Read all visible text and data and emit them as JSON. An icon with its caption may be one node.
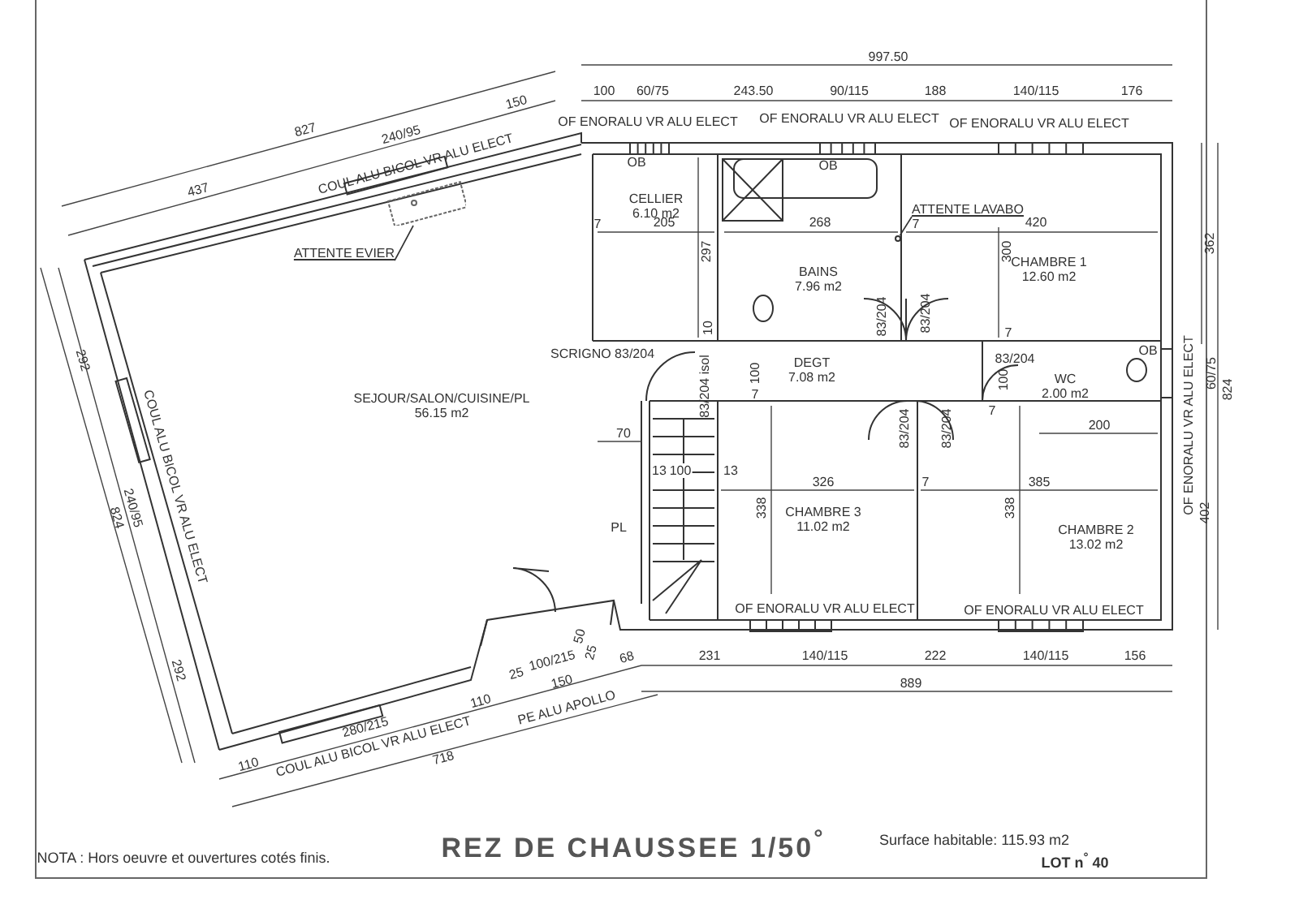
{
  "diagram": {
    "title": "REZ DE CHAUSSEE 1/50$^{°}$",
    "nodes": [
      {
        "text": [
          "SEJOUR/SALON/CUISINE/PL",
          "56.15 m2"
        ]
      },
      {
        "text": [
          "CELLIER",
          "6.10 m2"
        ]
      },
      {
        "text": [
          "BAINS",
          "7.96 m2"
        ]
      },
      {
        "text": [
          "CHAMBRE 1",
          "12.60 m2"
        ]
      },
      {
        "text": [
          "DEGT",
          "7.08 m2"
        ]
      },
      {
        "text": [
          "WC",
          "2.00 m2"
        ]
      },
      {
        "text": [
          "CHAMBRE 3",
          "11.02 m2"
        ]
      },
      {
        "text": [
          "CHAMBRE 2",
          "13.02 m2"
        ]
      },
      {
        "text": [
          "ATTENTE EVIER"
        ]
      },
      {
        "text": [
          "ATTENTE LAVABO"
        ]
      },
      {
        "text": [],
        "shape": "picture"
      },
      {
        "text": [],
        "shape": "circle"
      }
    ],
    "edges": [
      {
        "from": 8,
        "to": 10,
        "arrow": "none"
      },
      {
        "from": 9,
        "to": 11,
        "arrow": "none"
      }
    ],
    "labels": [
      "827",
      "240/95",
      "150",
      "437",
      "COUL ALU BICOL VR ALU ELECT",
      "997.50",
      "100",
      "60/75",
      "243.50",
      "90/115",
      "188",
      "140/115",
      "176",
      "OF ENORALU VR ALU ELECT",
      "OF ENORALU VR ALU ELECT",
      "OF ENORALU VR ALU ELECT",
      "OB",
      "OB",
      "7",
      "205",
      "297",
      "268",
      "7",
      "420",
      "300",
      "362",
      "292",
      "10",
      "83/204",
      "83/204",
      "7",
      "SCRIGNO 83/204",
      "83/204 isol",
      "100",
      "83/204",
      "100",
      "OB",
      "OF ENORALU VR ALU ELECT",
      "60/75",
      "824",
      "7",
      "7",
      "83/204",
      "83/204",
      "70",
      "200",
      "13",
      "100",
      "13",
      "326",
      "7",
      "385",
      "338",
      "338",
      "402",
      "PL",
      "240/95",
      "824",
      "COUL ALU BICOL VR ALU ELECT",
      "OF ENORALU VR ALU ELECT",
      "OF ENORALU VR ALU ELECT",
      "50",
      "25",
      "25",
      "100/215",
      "150",
      "68",
      "231",
      "140/115",
      "222",
      "140/115",
      "156",
      "110",
      "PE ALU APOLLO",
      "889",
      "292",
      "280/215",
      "110",
      "COUL ALU BICOL VR ALU ELECT",
      "718",
      "NOTA : Hors oeuvre et ouvertures cotés finis.",
      "Surface habitable: 115.93 m2",
      "LOT n$^{°}$ 40"
    ]
  }
}
